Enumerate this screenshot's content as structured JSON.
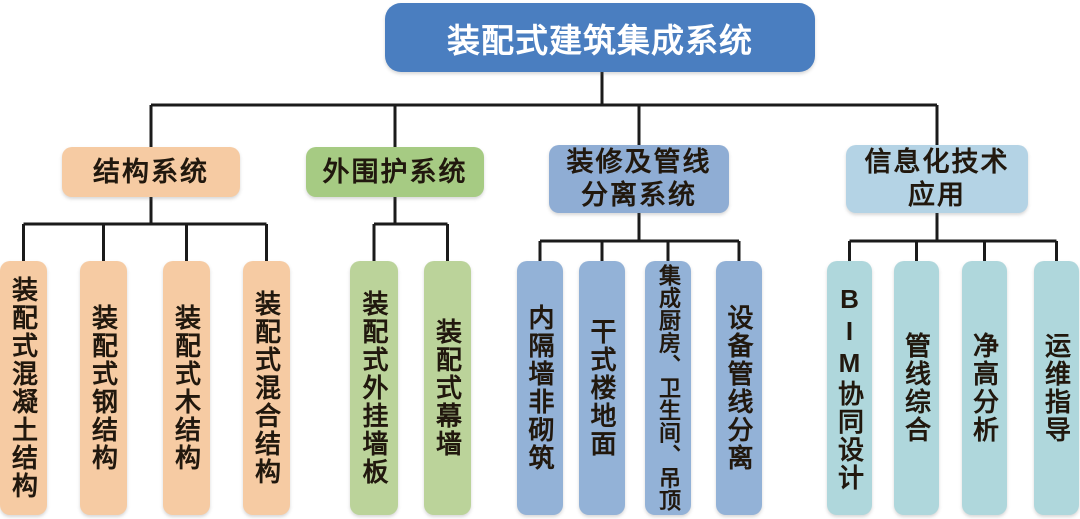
{
  "root": {
    "label": "装配式建筑集成系统"
  },
  "branches": [
    {
      "label": "结构系统",
      "children": [
        "装配式混凝土结构",
        "装配式钢结构",
        "装配式木结构",
        "装配式混合结构"
      ]
    },
    {
      "label": "外围护系统",
      "children": [
        "装配式外挂墙板",
        "装配式幕墙"
      ]
    },
    {
      "label": "装修及管线\n分离系统",
      "children": [
        "内隔墙非砌筑",
        "干式楼地面",
        "集成厨房、卫生间、吊顶",
        "设备管线分离"
      ]
    },
    {
      "label": "信息化技术\n应用",
      "children": [
        "BIM协同设计",
        "管线综合",
        "净高分析",
        "运维指导"
      ]
    }
  ],
  "colors": {
    "root_bg": "#4a7ec0",
    "structure_bg": "#f6cba3",
    "envelope_header_bg": "#a6cb83",
    "envelope_child_bg": "#bbd39a",
    "mep_header_bg": "#8fadd4",
    "mep_child_bg": "#93b2d7",
    "info_header_bg": "#b4d3e5",
    "info_child_bg": "#afd7dc",
    "line": "#1b1b1b",
    "title_text": "#ffffff",
    "text": "#21180e"
  }
}
